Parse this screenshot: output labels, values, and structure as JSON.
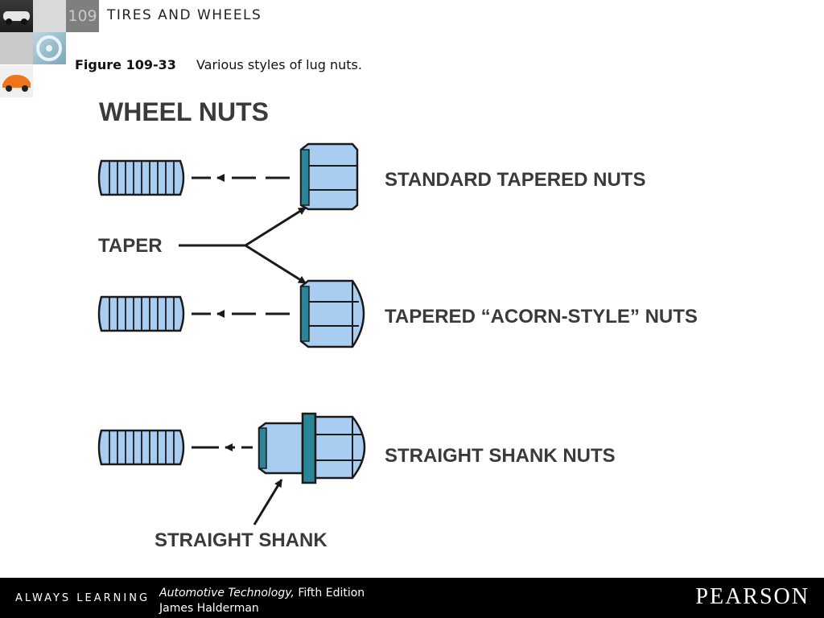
{
  "header": {
    "chapter_number": "109",
    "chapter_title": "TIRES AND WHEELS"
  },
  "caption": {
    "label": "Figure 109-33",
    "text": "Various styles of lug nuts."
  },
  "diagram": {
    "title": "WHEEL NUTS",
    "labels": {
      "standard": "STANDARD TAPERED NUTS",
      "taper": "TAPER",
      "acorn": "TAPERED “ACORN-STYLE” NUTS",
      "straight": "STRAIGHT SHANK NUTS",
      "shank": "STRAIGHT SHANK"
    },
    "colors": {
      "fill": "#a8cdf0",
      "stroke": "#1a1a1a",
      "collar": "#2a8599"
    }
  },
  "footer": {
    "always_learning": "ALWAYS LEARNING",
    "book_title": "Automotive Technology,",
    "edition": " Fifth Edition",
    "author": "James Halderman",
    "publisher": "PEARSON"
  }
}
